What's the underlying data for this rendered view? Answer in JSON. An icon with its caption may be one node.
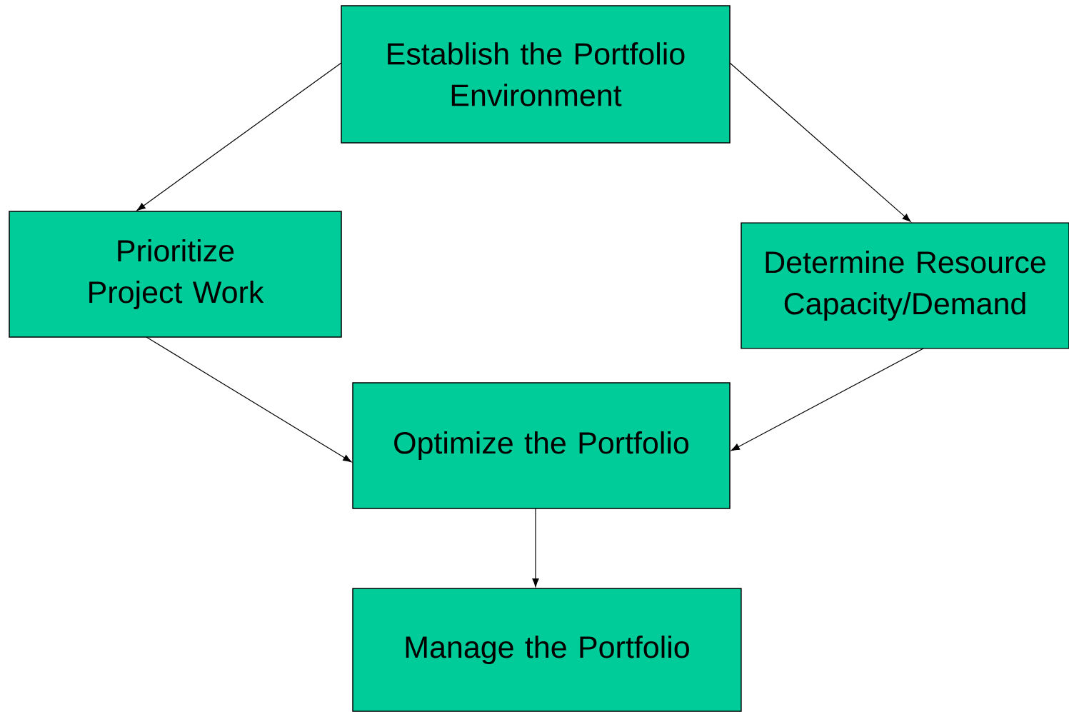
{
  "diagram": {
    "nodes": [
      {
        "text": [
          "Establish the Portfolio Environment"
        ]
      },
      {
        "text": [
          "Prioritize Project Work"
        ]
      },
      {
        "text": [
          "Determine Resource Capacity/Demand"
        ]
      },
      {
        "text": [
          "Optimize the Portfolio"
        ]
      },
      {
        "text": [
          "Manage the Portfolio"
        ]
      }
    ],
    "edges": [
      {
        "from": 0,
        "to": 1,
        "arrow": "to"
      },
      {
        "from": 0,
        "to": 2,
        "arrow": "to"
      },
      {
        "from": 1,
        "to": 3,
        "arrow": "to"
      },
      {
        "from": 2,
        "to": 3,
        "arrow": "to"
      },
      {
        "from": 3,
        "to": 4,
        "arrow": "to"
      }
    ]
  }
}
